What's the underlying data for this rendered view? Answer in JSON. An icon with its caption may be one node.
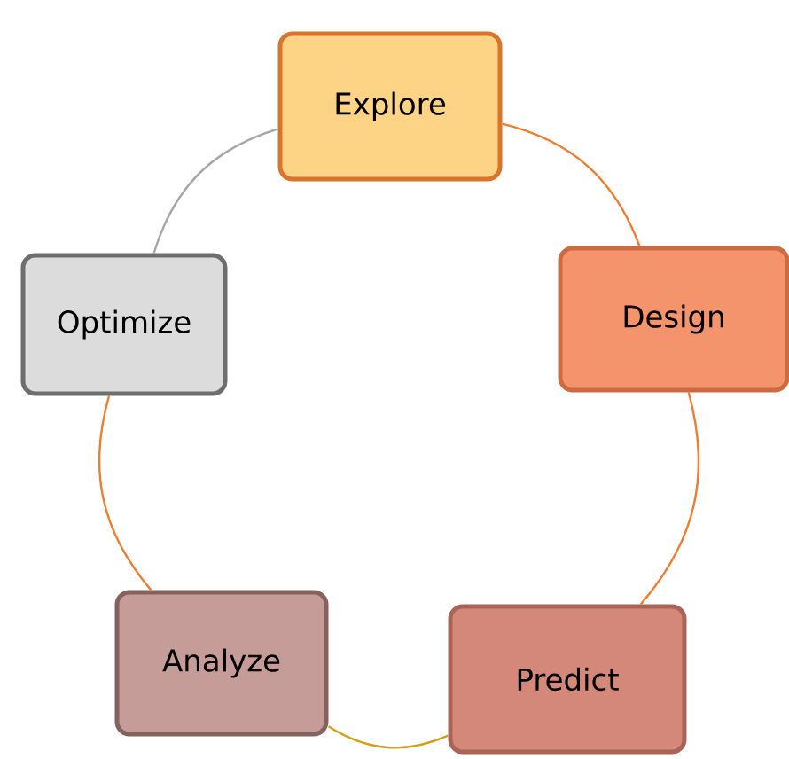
{
  "diagram": {
    "nodes": [
      {
        "text": [
          "Explore"
        ]
      },
      {
        "text": [
          "Design"
        ]
      },
      {
        "text": [
          "Predict"
        ]
      },
      {
        "text": [
          "Analyze"
        ]
      },
      {
        "text": [
          "Optimize"
        ]
      }
    ],
    "edges": [
      {
        "from": 0,
        "to": 1,
        "arrow": "none"
      },
      {
        "from": 1,
        "to": 2,
        "arrow": "none"
      },
      {
        "from": 2,
        "to": 3,
        "arrow": "none",
        "color": "#d4a017"
      },
      {
        "from": 3,
        "to": 4,
        "arrow": "none"
      },
      {
        "from": 4,
        "to": 0,
        "arrow": "none",
        "color": "#a6a6a6"
      }
    ]
  }
}
